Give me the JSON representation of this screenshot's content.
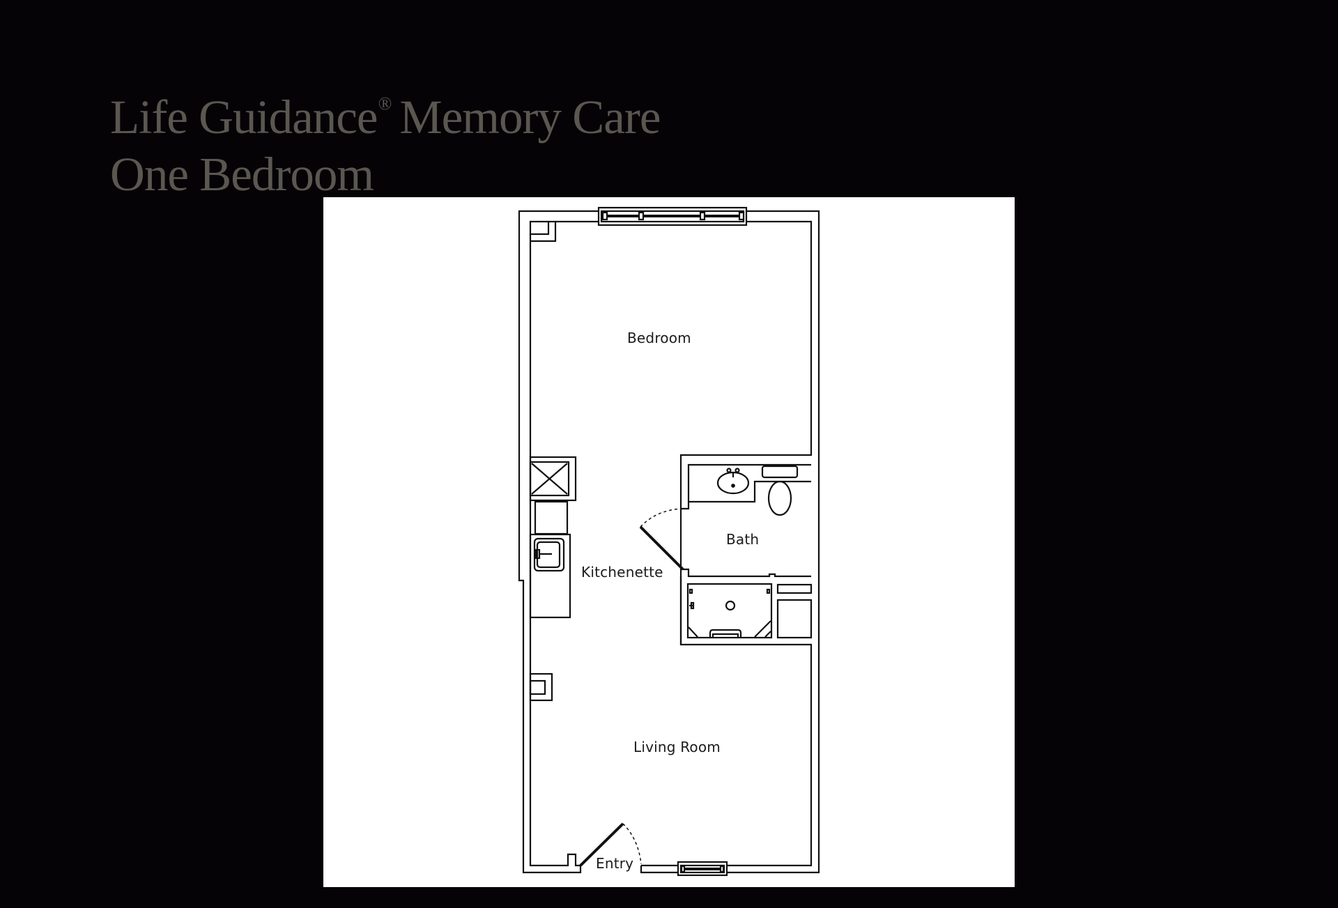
{
  "header": {
    "title_line1": "Life Guidance",
    "registered_mark": "®",
    "title_line1_suffix": "Memory Care",
    "title_line2": "One Bedroom"
  },
  "floor_plan": {
    "rooms": {
      "bedroom": "Bedroom",
      "bath": "Bath",
      "kitchenette": "Kitchenette",
      "living_room": "Living Room",
      "entry": "Entry"
    },
    "fixtures": [
      "window",
      "window",
      "closet",
      "refrigerator",
      "dishwasher",
      "kitchen-sink",
      "bathroom-sink",
      "toilet",
      "shower",
      "linen-closet",
      "bath-door",
      "entry-door",
      "wall-niche"
    ]
  },
  "colors": {
    "background": "#050306",
    "title": "#5a5751",
    "card": "#ffffff",
    "line": "#111111"
  }
}
